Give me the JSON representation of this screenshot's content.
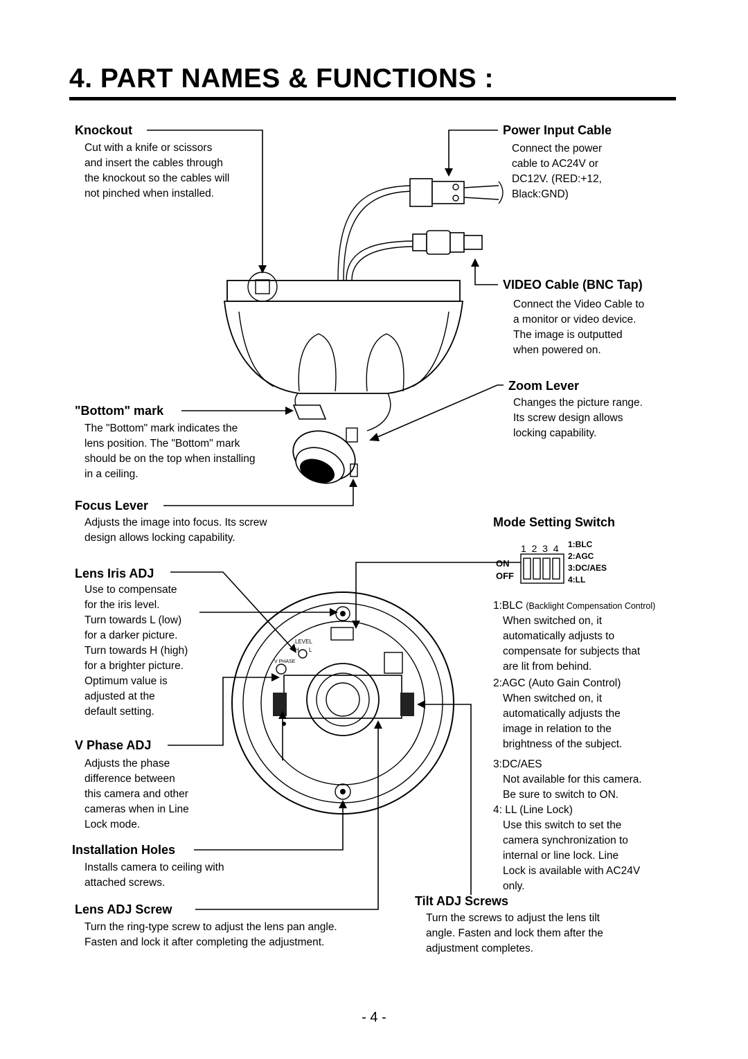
{
  "page": {
    "title": "4.  PART NAMES & FUNCTIONS :",
    "page_number": "- 4 -"
  },
  "sections": {
    "knockout": {
      "heading": "Knockout",
      "text": "Cut with a knife or scissors\nand insert the cables through\nthe knockout so the cables will\nnot pinched when installed."
    },
    "power_input": {
      "heading": "Power Input Cable",
      "text": "Connect the power\ncable to AC24V or\nDC12V. (RED:+12,\nBlack:GND)"
    },
    "video_cable": {
      "heading": "VIDEO Cable (BNC Tap)",
      "text": "Connect the Video Cable to\na monitor or video device.\nThe image is outputted\nwhen powered on."
    },
    "zoom_lever": {
      "heading": "Zoom Lever",
      "text": "Changes the picture range.\nIts screw design allows\nlocking capability."
    },
    "bottom_mark": {
      "heading": "\"Bottom\" mark",
      "text": "The \"Bottom\" mark indicates the\nlens position.  The \"Bottom\" mark\nshould be on the top when installing\nin a ceiling."
    },
    "focus_lever": {
      "heading": "Focus Lever",
      "text": "Adjusts the image into focus.  Its screw\ndesign allows locking capability."
    },
    "mode_switch": {
      "heading": "Mode Setting Switch",
      "switch_numbers": "1  2  3  4",
      "switch_on": "ON",
      "switch_off": "OFF",
      "legend": [
        "1:BLC",
        "2:AGC",
        "3:DC/AES",
        "4:LL"
      ],
      "item1_a": "1:BLC ",
      "item1_b": "(Backlight Compensation Control)",
      "item1_text": "When switched on, it\nautomatically adjusts to\ncompensate for subjects that\nare lit from behind.",
      "item2": "2:AGC (Auto Gain Control)",
      "item2_text": "When switched on, it\nautomatically adjusts the\nimage in relation to the\nbrightness of the subject.",
      "item3": "3:DC/AES",
      "item3_text": "Not available for this camera.\nBe sure to switch to ON.",
      "item4": "4: LL (Line Lock)",
      "item4_text": "Use this switch to set the\ncamera synchronization to\ninternal or line lock.  Line\nLock is available with AC24V\nonly."
    },
    "lens_iris": {
      "heading": "Lens Iris ADJ",
      "text": "Use to compensate\nfor the iris level.\nTurn towards L (low)\nfor a darker picture.\nTurn towards H (high)\nfor a brighter picture.\nOptimum value is\nadjusted at the\ndefault setting."
    },
    "v_phase": {
      "heading": "V Phase ADJ",
      "text": "Adjusts the phase\ndifference between\nthis camera and other\ncameras when in Line\nLock mode."
    },
    "installation_holes": {
      "heading": "Installation Holes",
      "text": "Installs camera to ceiling with\nattached screws."
    },
    "lens_adj_screw": {
      "heading": "Lens ADJ  Screw",
      "text": "Turn the ring-type screw to adjust the lens pan angle.\nFasten and lock it after completing the adjustment."
    },
    "tilt_adj": {
      "heading": "Tilt ADJ Screws",
      "text": "Turn the screws to adjust the lens tilt\nangle. Fasten and lock them after the\nadjustment completes."
    }
  },
  "diagram_labels": {
    "level": "LEVEL",
    "h": "H",
    "l": "L",
    "v_phase": "V PHASE"
  }
}
